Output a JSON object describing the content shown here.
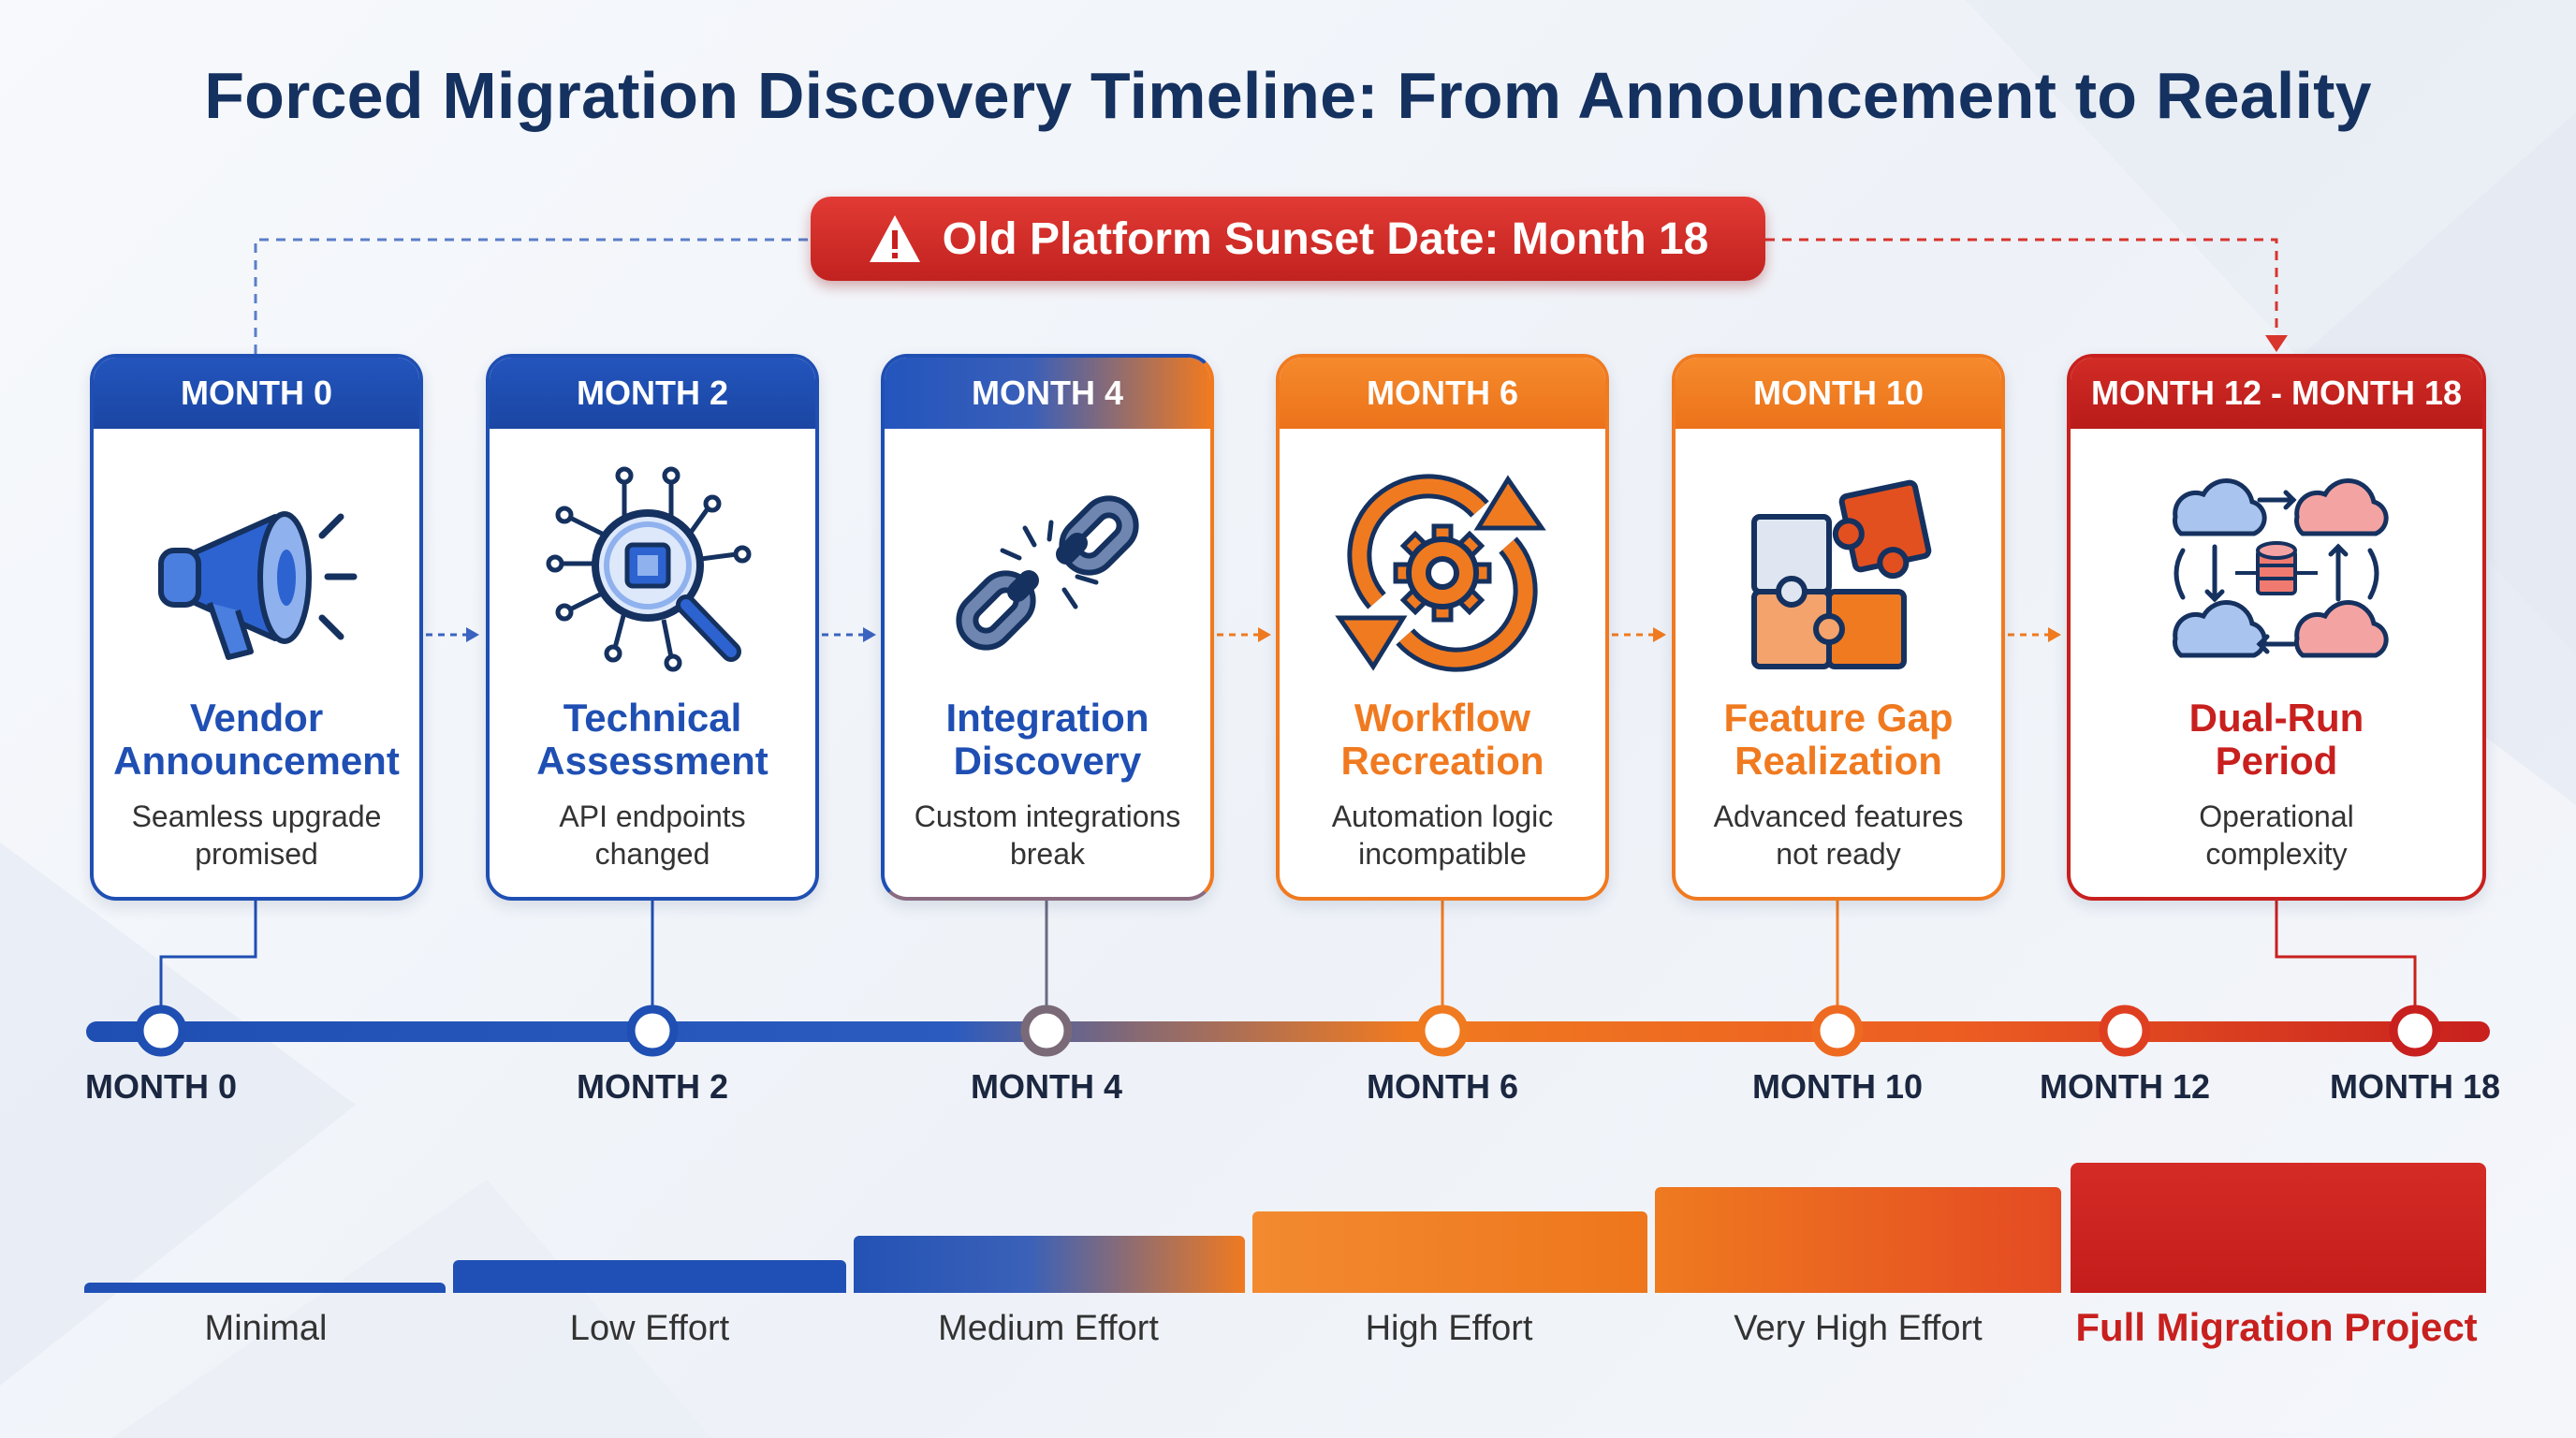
{
  "title": "Forced Migration Discovery Timeline: From Announcement to Reality",
  "sunset_banner": {
    "label": "Old Platform Sunset Date: Month 18",
    "icon": "warning-triangle-icon"
  },
  "colors": {
    "blue": "#1f4fb3",
    "orange": "#f07a20",
    "red": "#c8201e",
    "navy": "#15315f"
  },
  "stages": [
    {
      "header": "MONTH 0",
      "title_lines": [
        "Vendor",
        "Announcement"
      ],
      "desc_lines": [
        "Seamless upgrade",
        "promised"
      ],
      "icon": "megaphone-icon"
    },
    {
      "header": "MONTH 2",
      "title_lines": [
        "Technical",
        "Assessment"
      ],
      "desc_lines": [
        "API endpoints",
        "changed"
      ],
      "icon": "magnifier-chip-icon"
    },
    {
      "header": "MONTH 4",
      "title_lines": [
        "Integration",
        "Discovery"
      ],
      "desc_lines": [
        "Custom integrations",
        "break"
      ],
      "icon": "broken-chain-icon"
    },
    {
      "header": "MONTH 6",
      "title_lines": [
        "Workflow",
        "Recreation"
      ],
      "desc_lines": [
        "Automation logic",
        "incompatible"
      ],
      "icon": "gear-cycle-icon"
    },
    {
      "header": "MONTH 10",
      "title_lines": [
        "Feature Gap",
        "Realization"
      ],
      "desc_lines": [
        "Advanced features",
        "not ready"
      ],
      "icon": "puzzle-icon"
    },
    {
      "header": "MONTH 12 - MONTH 18",
      "title_lines": [
        "Dual-Run",
        "Period"
      ],
      "desc_lines": [
        "Operational",
        "complexity"
      ],
      "icon": "cloud-sync-icon"
    }
  ],
  "timeline_labels": [
    "MONTH 0",
    "MONTH 2",
    "MONTH 4",
    "MONTH 6",
    "MONTH 10",
    "MONTH 12",
    "MONTH 18"
  ],
  "effort_levels": [
    "Minimal",
    "Low Effort",
    "Medium Effort",
    "High Effort",
    "Very High Effort",
    "Full Migration Project"
  ]
}
